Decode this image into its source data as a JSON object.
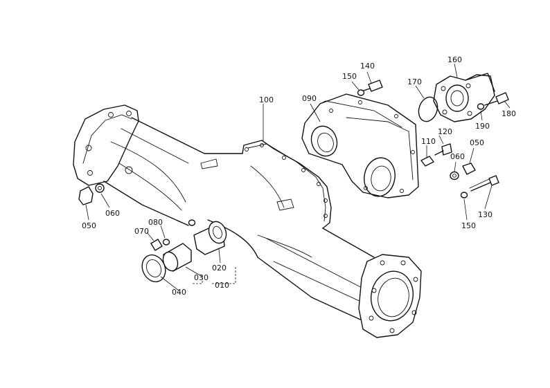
{
  "diagram": {
    "callouts": [
      {
        "id": "c010",
        "text": "010"
      },
      {
        "id": "c020",
        "text": "020"
      },
      {
        "id": "c030",
        "text": "030"
      },
      {
        "id": "c040",
        "text": "040"
      },
      {
        "id": "c050a",
        "text": "050"
      },
      {
        "id": "c060a",
        "text": "060"
      },
      {
        "id": "c070",
        "text": "070"
      },
      {
        "id": "c080",
        "text": "080"
      },
      {
        "id": "c090",
        "text": "090"
      },
      {
        "id": "c100",
        "text": "100"
      },
      {
        "id": "c110",
        "text": "110"
      },
      {
        "id": "c120",
        "text": "120"
      },
      {
        "id": "c060b",
        "text": "060"
      },
      {
        "id": "c050b",
        "text": "050"
      },
      {
        "id": "c130",
        "text": "130"
      },
      {
        "id": "c140",
        "text": "140"
      },
      {
        "id": "c150a",
        "text": "150"
      },
      {
        "id": "c150b",
        "text": "150"
      },
      {
        "id": "c160",
        "text": "160"
      },
      {
        "id": "c170",
        "text": "170"
      },
      {
        "id": "c180",
        "text": "180"
      },
      {
        "id": "c190",
        "text": "190"
      }
    ]
  }
}
